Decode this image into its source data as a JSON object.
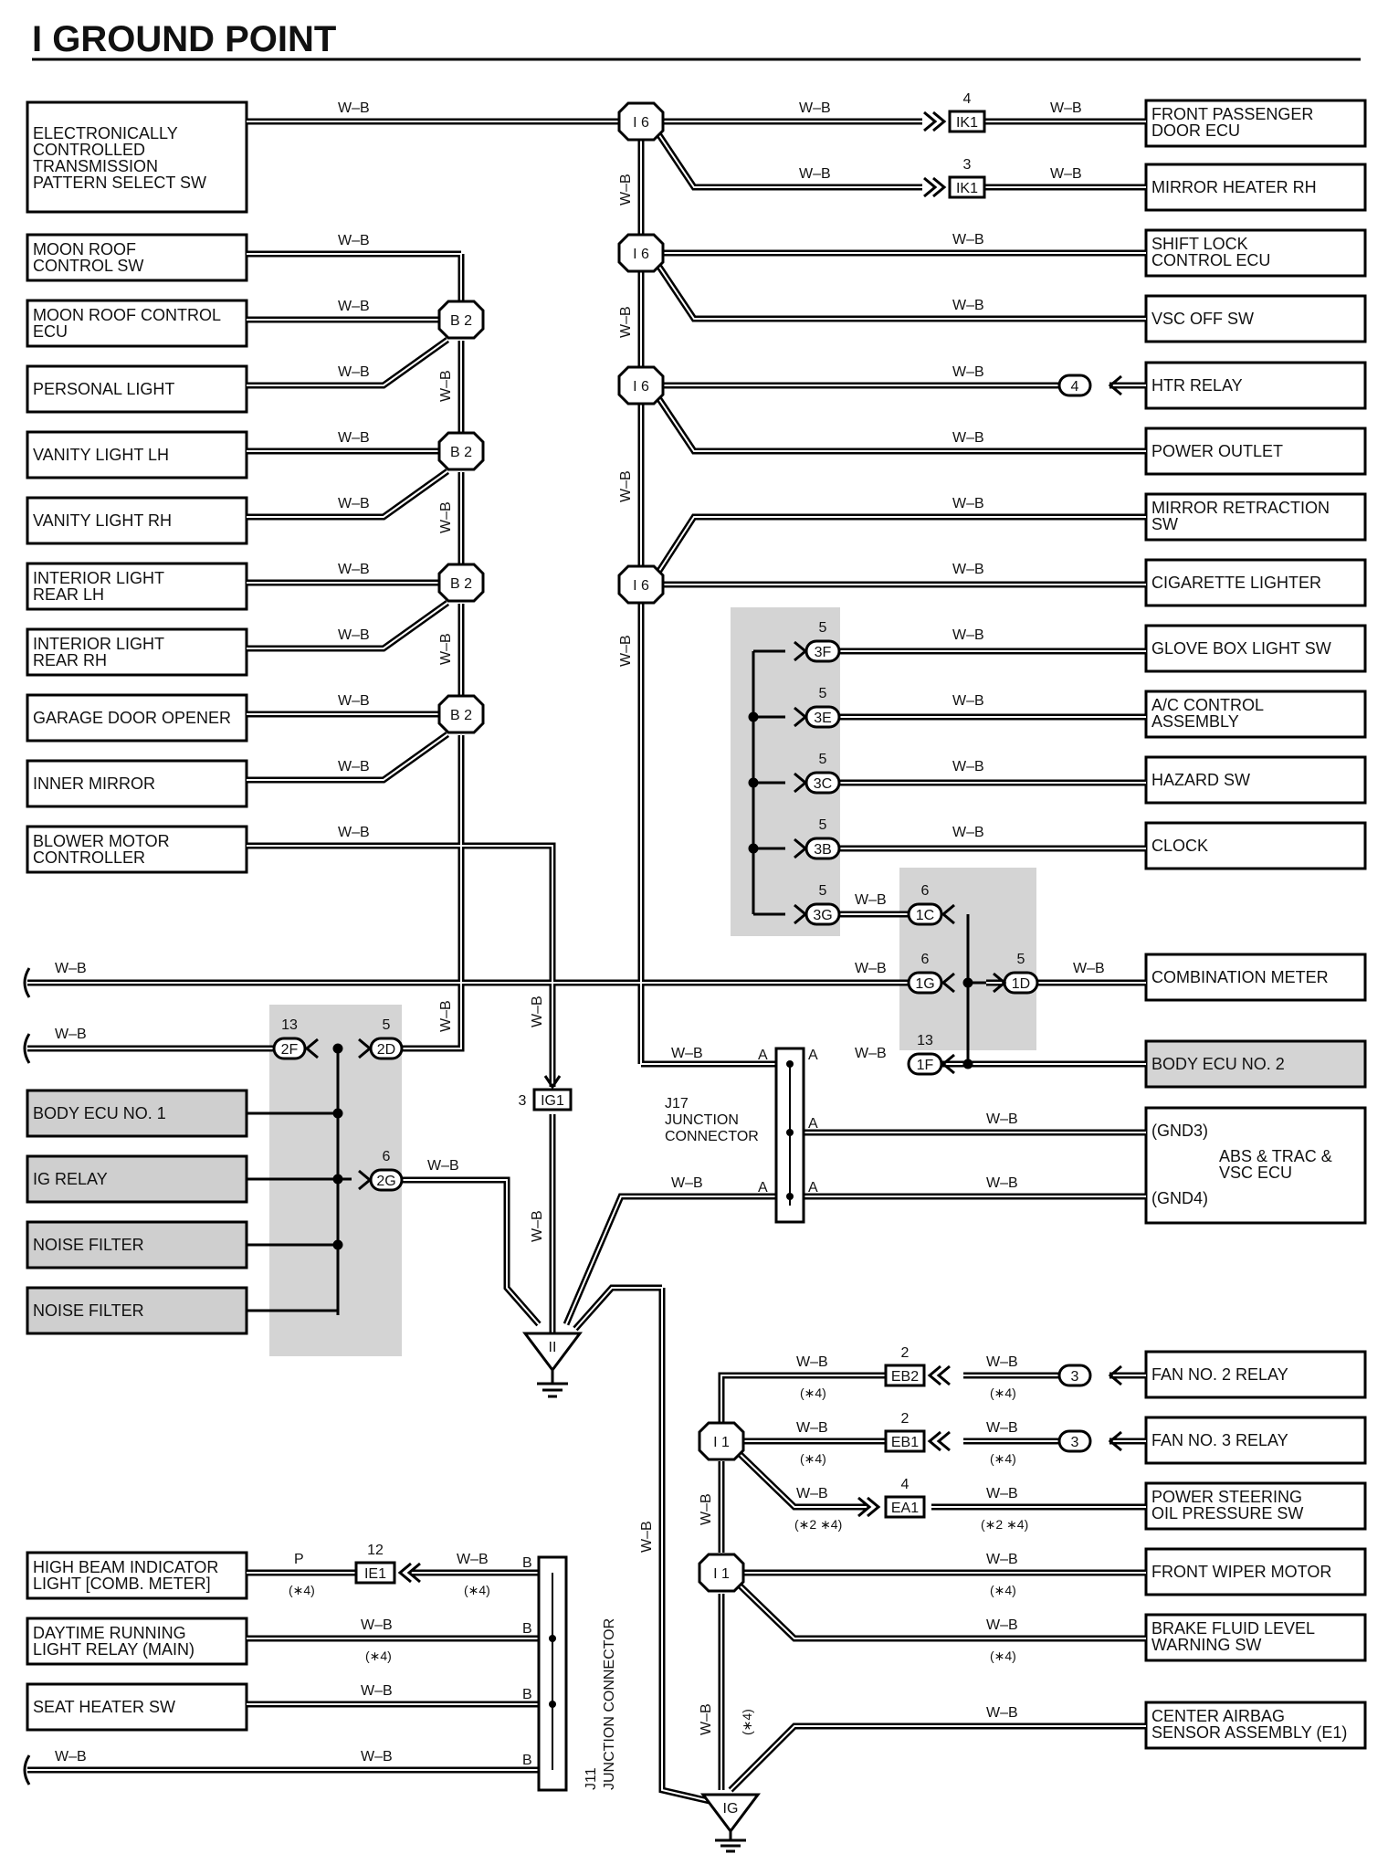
{
  "title": "I GROUND POINT",
  "wire_color_default": "W–B",
  "left_boxes": [
    {
      "id": "ect",
      "lines": [
        "ELECTRONICALLY",
        "CONTROLLED",
        "TRANSMISSION",
        "PATTERN SELECT SW"
      ]
    },
    {
      "id": "moon-sw",
      "lines": [
        "MOON ROOF",
        "CONTROL SW"
      ]
    },
    {
      "id": "moon-ecu",
      "lines": [
        "MOON ROOF CONTROL",
        "ECU"
      ]
    },
    {
      "id": "personal",
      "lines": [
        "PERSONAL LIGHT"
      ]
    },
    {
      "id": "vanity-lh",
      "lines": [
        "VANITY LIGHT LH"
      ]
    },
    {
      "id": "vanity-rh",
      "lines": [
        "VANITY LIGHT RH"
      ]
    },
    {
      "id": "int-lh",
      "lines": [
        "INTERIOR LIGHT",
        "REAR LH"
      ]
    },
    {
      "id": "int-rh",
      "lines": [
        "INTERIOR LIGHT",
        "REAR RH"
      ]
    },
    {
      "id": "garage",
      "lines": [
        "GARAGE DOOR OPENER"
      ]
    },
    {
      "id": "mirror",
      "lines": [
        "INNER MIRROR"
      ]
    },
    {
      "id": "blower",
      "lines": [
        "BLOWER MOTOR",
        "CONTROLLER"
      ]
    },
    {
      "id": "body-ecu1",
      "lines": [
        "BODY ECU NO. 1"
      ],
      "shaded": true
    },
    {
      "id": "ig-relay",
      "lines": [
        "IG RELAY"
      ],
      "shaded": true
    },
    {
      "id": "noise1",
      "lines": [
        "NOISE FILTER"
      ],
      "shaded": true
    },
    {
      "id": "noise2",
      "lines": [
        "NOISE FILTER"
      ],
      "shaded": true
    },
    {
      "id": "high-beam",
      "lines": [
        "HIGH BEAM INDICATOR",
        "LIGHT [COMB.  METER]"
      ]
    },
    {
      "id": "drl",
      "lines": [
        "DAYTIME RUNNING",
        "LIGHT RELAY (MAIN)"
      ]
    },
    {
      "id": "seat",
      "lines": [
        "SEAT HEATER SW"
      ]
    }
  ],
  "right_boxes": [
    {
      "id": "front-pass",
      "lines": [
        "FRONT PASSENGER",
        "DOOR ECU"
      ]
    },
    {
      "id": "mirror-heater",
      "lines": [
        "MIRROR HEATER RH"
      ]
    },
    {
      "id": "shift-lock",
      "lines": [
        "SHIFT LOCK",
        "CONTROL ECU"
      ]
    },
    {
      "id": "vsc-off",
      "lines": [
        "VSC OFF SW"
      ]
    },
    {
      "id": "htr",
      "lines": [
        "HTR RELAY"
      ]
    },
    {
      "id": "power-outlet",
      "lines": [
        "POWER OUTLET"
      ]
    },
    {
      "id": "mirror-retr",
      "lines": [
        "MIRROR RETRACTION",
        "SW"
      ]
    },
    {
      "id": "cig",
      "lines": [
        "CIGARETTE LIGHTER"
      ]
    },
    {
      "id": "glove",
      "lines": [
        "GLOVE BOX LIGHT SW"
      ]
    },
    {
      "id": "ac",
      "lines": [
        "A/C CONTROL",
        "ASSEMBLY"
      ]
    },
    {
      "id": "hazard",
      "lines": [
        "HAZARD SW"
      ]
    },
    {
      "id": "clock",
      "lines": [
        "CLOCK"
      ]
    },
    {
      "id": "combo",
      "lines": [
        "COMBINATION METER"
      ]
    },
    {
      "id": "body-ecu2",
      "lines": [
        "BODY ECU NO. 2"
      ],
      "shaded": true
    },
    {
      "id": "abs",
      "lines": [
        "(GND3)",
        "ABS & TRAC &",
        "VSC ECU",
        "(GND4)"
      ]
    },
    {
      "id": "fan2",
      "lines": [
        "FAN NO. 2 RELAY"
      ]
    },
    {
      "id": "fan3",
      "lines": [
        "FAN NO. 3 RELAY"
      ]
    },
    {
      "id": "ps",
      "lines": [
        "POWER STEERING",
        "OIL PRESSURE SW"
      ]
    },
    {
      "id": "wiper",
      "lines": [
        "FRONT WIPER MOTOR"
      ]
    },
    {
      "id": "brake",
      "lines": [
        "BRAKE FLUID LEVEL",
        "WARNING SW"
      ]
    },
    {
      "id": "airbag",
      "lines": [
        "CENTER AIRBAG",
        "SENSOR ASSEMBLY (E1)"
      ]
    }
  ],
  "splices": {
    "i6": "I 6",
    "b2": "B 2",
    "i1": "I 1"
  },
  "grounds": {
    "ii": "II",
    "ig": "IG"
  },
  "connectors": {
    "ik1": "IK1",
    "ik1_pin_a": "4",
    "ik1_pin_b": "3",
    "htr": "4",
    "c3f": "3F",
    "c3e": "3E",
    "c3c": "3C",
    "c3b": "3B",
    "c3g": "3G",
    "pin5": "5",
    "c1c": "1C",
    "c1g": "1G",
    "c1d": "1D",
    "c1f": "1F",
    "pin6": "6",
    "pin13": "13",
    "c2f": "2F",
    "c2d": "2D",
    "c2g": "2G",
    "ig1": "IG1",
    "ig1_pin": "3",
    "eb2": "EB2",
    "eb1": "EB1",
    "ea1": "EA1",
    "pin2": "2",
    "pin4": "4",
    "fan_conn": "3",
    "ie1": "IE1",
    "ie1_pin": "12"
  },
  "junctions": {
    "j17": [
      "J17",
      "JUNCTION",
      "CONNECTOR"
    ],
    "j11": [
      "J11",
      "JUNCTION CONNECTOR"
    ],
    "pin_a": "A",
    "pin_b": "B"
  },
  "notes": {
    "n4": "(∗4)",
    "n24": "(∗2 ∗4)",
    "p": "P"
  }
}
